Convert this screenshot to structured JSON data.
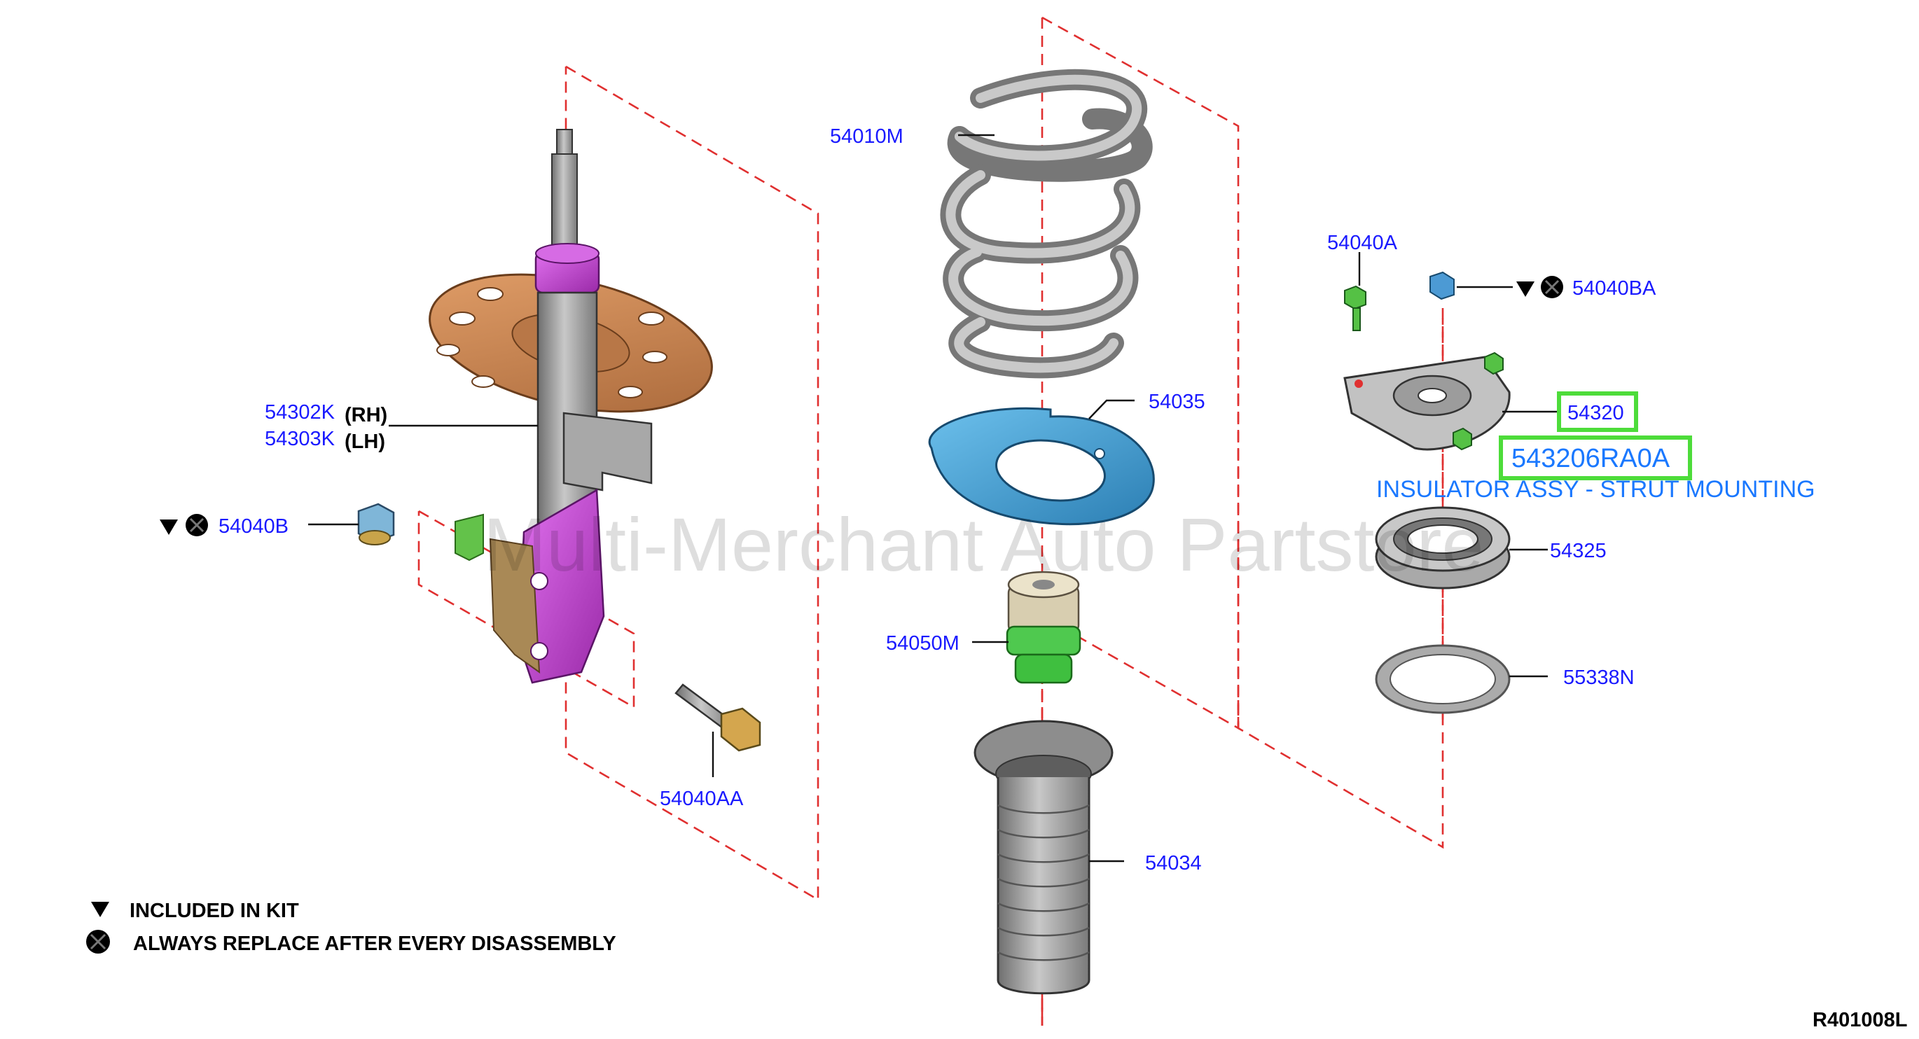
{
  "diagram_code": "R401008L",
  "watermark": "Multi-Merchant Auto Partstore",
  "labels": {
    "spring": "54010M",
    "spring_seat": "54035",
    "bound_bumper": "54050M",
    "dust_cover": "54034",
    "strut_rh": "54302K",
    "rh": "(RH)",
    "strut_lh": "54303K",
    "lh": "(LH)",
    "nut_b": "54040B",
    "bolt_aa": "54040AA",
    "bolt_a": "54040A",
    "nut_ba": "54040BA",
    "insulator": "54320",
    "insulator_pn": "543206RA0A",
    "insulator_desc": "INSULATOR ASSY - STRUT MOUNTING",
    "bearing": "54325",
    "seat_rubber": "55338N"
  },
  "legend": {
    "included": "INCLUDED IN KIT",
    "replace": "ALWAYS REPLACE AFTER EVERY DISASSEMBLY"
  },
  "colors": {
    "label_blue": "#1a1aff",
    "highlight_green": "#4ddc3a",
    "dash_red": "#e03030",
    "spring_seat_blue": "#3f98cc",
    "strut_bracket_magenta": "#c040d0",
    "spring_plate_orange": "#c9814a",
    "bumper_green": "#3fbf3f",
    "part_gray": "#9a9a9a"
  }
}
